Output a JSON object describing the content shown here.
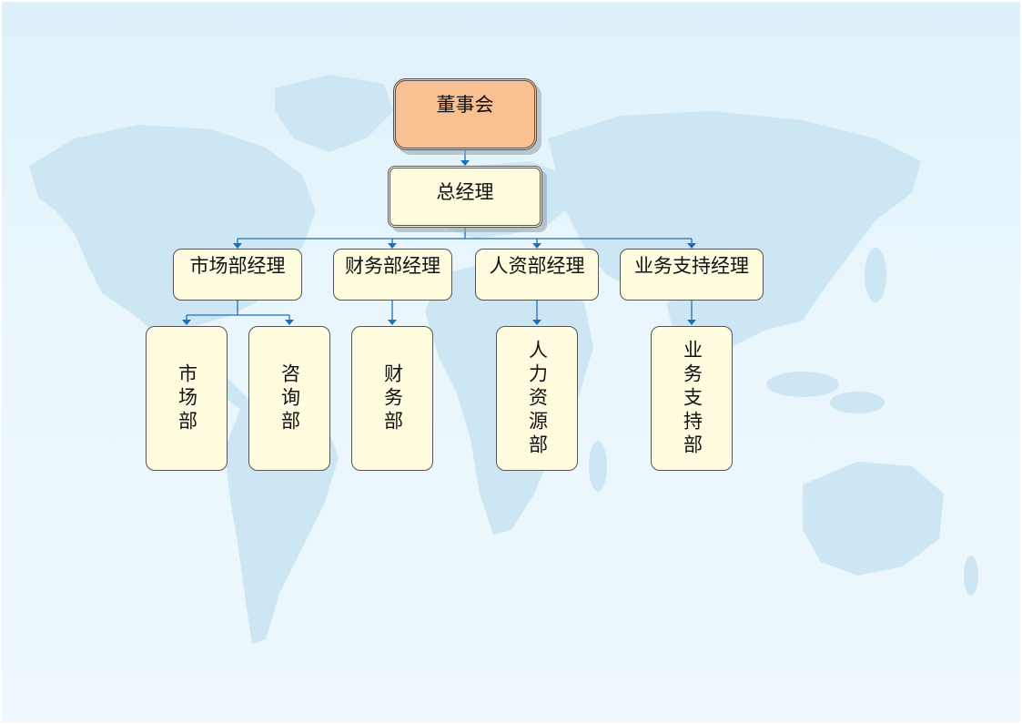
{
  "diagram": {
    "root": {
      "label": "董事会"
    },
    "general_manager": {
      "label": "总经理"
    },
    "managers": [
      {
        "label": "市场部经理"
      },
      {
        "label": "财务部经理"
      },
      {
        "label": "人资部经理"
      },
      {
        "label": "业务支持经理"
      }
    ],
    "departments": [
      {
        "label": "市场部"
      },
      {
        "label": "咨询部"
      },
      {
        "label": "财务部"
      },
      {
        "label": "人力资源部"
      },
      {
        "label": "业务支持部"
      }
    ]
  },
  "colors": {
    "root_fill": "#f9c092",
    "node_fill": "#fefbdf",
    "connector": "#1f6fb5",
    "background": "#e4f3fb"
  }
}
